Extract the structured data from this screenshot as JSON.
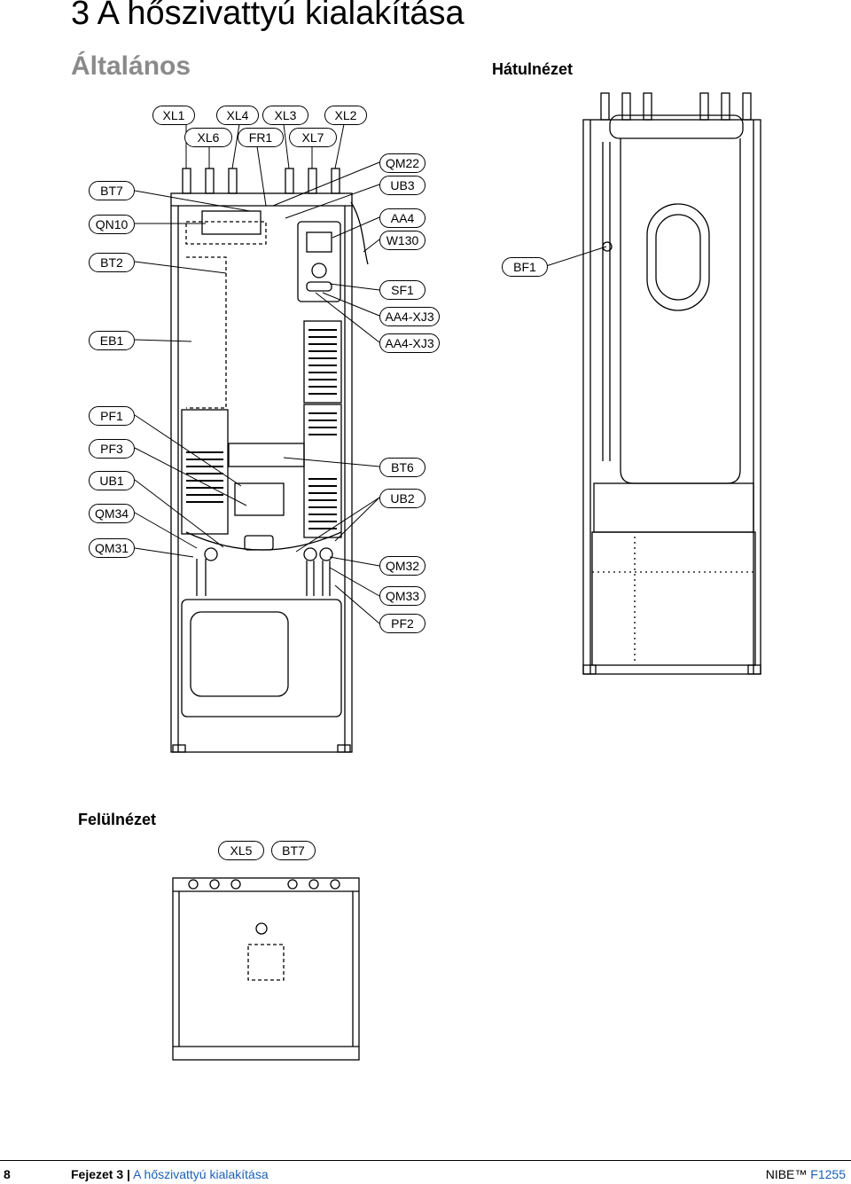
{
  "header": {
    "chapter_title": "3 A hőszivattyú kialakítása",
    "subtitle": "Általános"
  },
  "views": {
    "rear": "Hátulnézet",
    "top": "Felülnézet"
  },
  "front_labels": {
    "top_row1": [
      "XL1",
      "XL4",
      "XL3",
      "XL2"
    ],
    "top_row2": [
      "XL6",
      "FR1",
      "XL7"
    ],
    "left": [
      "BT7",
      "QN10",
      "BT2",
      "EB1",
      "PF1",
      "PF3",
      "UB1",
      "QM34",
      "QM31"
    ],
    "right": [
      "QM22",
      "UB3",
      "AA4",
      "W130",
      "SF1",
      "AA4-XJ3",
      "AA4-XJ3",
      "BT6",
      "UB2",
      "QM32",
      "QM33",
      "PF2"
    ]
  },
  "rear_labels": [
    "BF1"
  ],
  "top_labels": [
    "XL5",
    "BT7"
  ],
  "footer": {
    "page_number": "8",
    "chapter_prefix": "Fejezet 3 |",
    "chapter_name": "A hőszivattyú kialakítása",
    "brand": "NIBE™",
    "model": "F1255"
  }
}
